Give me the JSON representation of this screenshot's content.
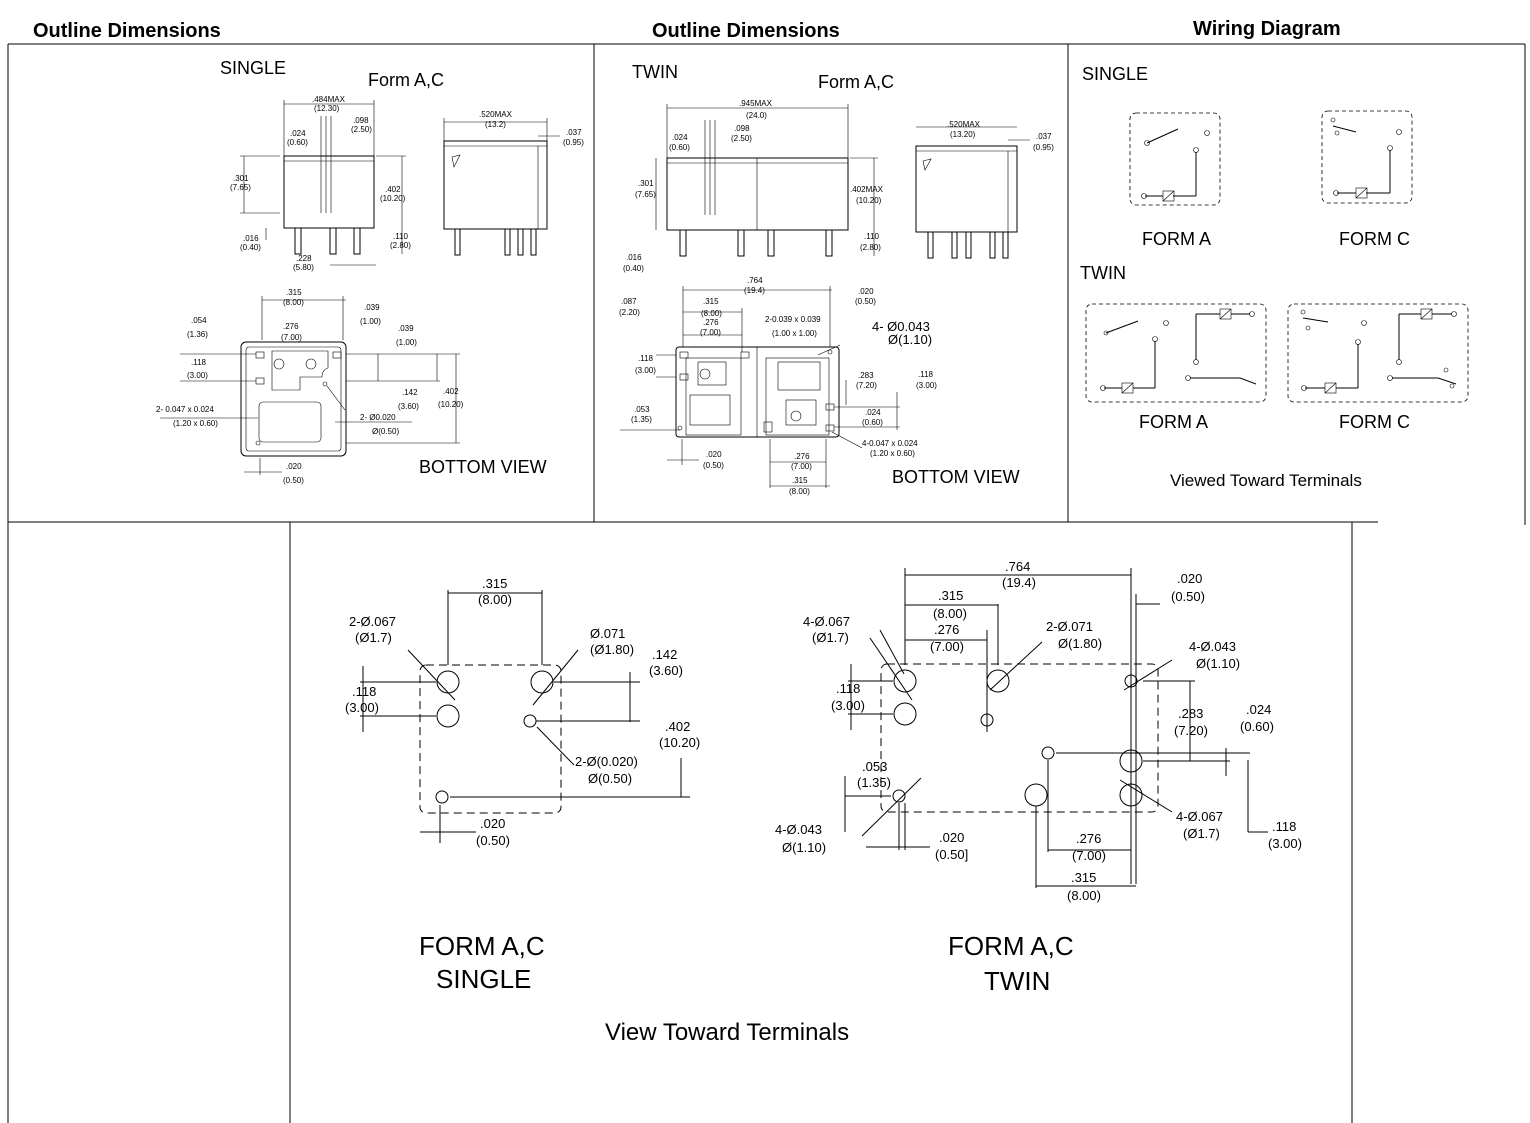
{
  "headers": {
    "h1": "Outline Dimensions",
    "h2": "Outline Dimensions",
    "h3": "Wiring Diagram"
  },
  "panel1": {
    "type": "SINGLE",
    "form": "Form A,C",
    "bottom_view": "BOTTOM VIEW",
    "dims": {
      "w484": ".484MAX",
      "w484m": "(12.30)",
      "d098": ".098",
      "d098m": "(2.50)",
      "d024": ".024",
      "d024m": "(0.60)",
      "h301": ".301",
      "h301m": "(7.65)",
      "h402": ".402",
      "h402m": "(10.20)",
      "d016": ".016",
      "d016m": "(0.40)",
      "d110": ".110",
      "d110m": "(2.80)",
      "d228": ".228",
      "d228m": "(5.80)",
      "w520": ".520MAX",
      "w520m": "(13.2)",
      "d037": ".037",
      "d037m": "(0.95)",
      "b315": ".315",
      "b315m": "(8.00)",
      "b039a": ".039",
      "b039am": "(1.00)",
      "b054": ".054",
      "b054m": "(1.36)",
      "b276": ".276",
      "b276m": "(7.00)",
      "b039b": ".039",
      "b039bm": "(1.00)",
      "b118": ".118",
      "b118m": "(3.00)",
      "b142": ".142",
      "b142m": "(3.60)",
      "b402": ".402",
      "b402m": "(10.20)",
      "b047": "2- 0.047 x 0.024",
      "b047m": "(1.20 x 0.60)",
      "b020d": "2- Ø0.020",
      "b020dm": "Ø(0.50)",
      "b020": ".020",
      "b020m": "(0.50)"
    }
  },
  "panel2": {
    "type": "TWIN",
    "form": "Form A,C",
    "bottom_view": "BOTTOM VIEW",
    "dims": {
      "w945": ".945MAX",
      "w945m": "(24.0)",
      "d098": ".098",
      "d098m": "(2.50)",
      "d024": ".024",
      "d024m": "(0.60)",
      "h301": ".301",
      "h301m": "(7.65)",
      "h402": ".402MAX",
      "h402m": "(10.20)",
      "d016": ".016",
      "d016m": "(0.40)",
      "d110": ".110",
      "d110m": "(2.80)",
      "w520": ".520MAX",
      "w520m": "(13.20)",
      "d037": ".037",
      "d037m": "(0.95)",
      "b764": ".764",
      "b764m": "(19.4)",
      "b020a": ".020",
      "b020am": "(0.50)",
      "b087": ".087",
      "b087m": "(2.20)",
      "b315": ".315",
      "b315m": "(8.00)",
      "b276": ".276",
      "b276m": "(7.00)",
      "b039": "2-0.039 x 0.039",
      "b039m": "(1.00 x 1.00)",
      "b043": "4- Ø0.043",
      "b043m": "Ø(1.10)",
      "b118": ".118",
      "b118m": "(3.00)",
      "b283": ".283",
      "b283m": "(7.20)",
      "b118b": ".118",
      "b118bm": "(3.00)",
      "b024": ".024",
      "b024m": "(0.60)",
      "b053": ".053",
      "b053m": "(1.35)",
      "b047": "4-0.047 x 0.024",
      "b047m": "(1.20 x 0.60)",
      "b020": ".020",
      "b020m": "(0.50)",
      "b276b": ".276",
      "b276bm": "(7.00)",
      "b315b": ".315",
      "b315bm": "(8.00)"
    }
  },
  "panel3": {
    "single": "SINGLE",
    "twin": "TWIN",
    "forma1": "FORM A",
    "formc1": "FORM C",
    "forma2": "FORM A",
    "formc2": "FORM C",
    "viewed": "Viewed Toward Terminals"
  },
  "lower": {
    "single": {
      "d315": ".315",
      "d315m": "(8.00)",
      "d067": "2-Ø.067",
      "d067m": "(Ø1.7)",
      "d071": "Ø.071",
      "d071m": "(Ø1.80)",
      "d142": ".142",
      "d142m": "(3.60)",
      "d118": ".118",
      "d118m": "(3.00)",
      "d402": ".402",
      "d402m": "(10.20)",
      "d020d": "2-Ø(0.020)",
      "d020dm": "Ø(0.50)",
      "d020": ".020",
      "d020m": "(0.50)",
      "form": "FORM  A,C",
      "type": "SINGLE"
    },
    "twin": {
      "d764": ".764",
      "d764m": "(19.4)",
      "d020a": ".020",
      "d020am": "(0.50)",
      "d315": ".315",
      "d315m": "(8.00)",
      "d067": "4-Ø.067",
      "d067m": "(Ø1.7)",
      "d276": ".276",
      "d276m": "(7.00)",
      "d071": "2-Ø.071",
      "d071m": "Ø(1.80)",
      "d043a": "4-Ø.043",
      "d043am": "Ø(1.10)",
      "d118": ".118",
      "d118m": "(3.00)",
      "d283": ".283",
      "d283m": "(7.20)",
      "d024": ".024",
      "d024m": "(0.60)",
      "d053": ".053",
      "d053m": "(1.35)",
      "d043b": "4-Ø.043",
      "d043bm": "Ø(1.10)",
      "d020b": ".020",
      "d020bm": "(0.50]",
      "d276b": ".276",
      "d276bm": "(7.00)",
      "d067b": "4-Ø.067",
      "d067bm": "(Ø1.7)",
      "d118b": ".118",
      "d118bm": "(3.00)",
      "d315b": ".315",
      "d315bm": "(8.00)",
      "form": "FORM  A,C",
      "type": "TWIN"
    },
    "view": "View Toward Terminals"
  }
}
